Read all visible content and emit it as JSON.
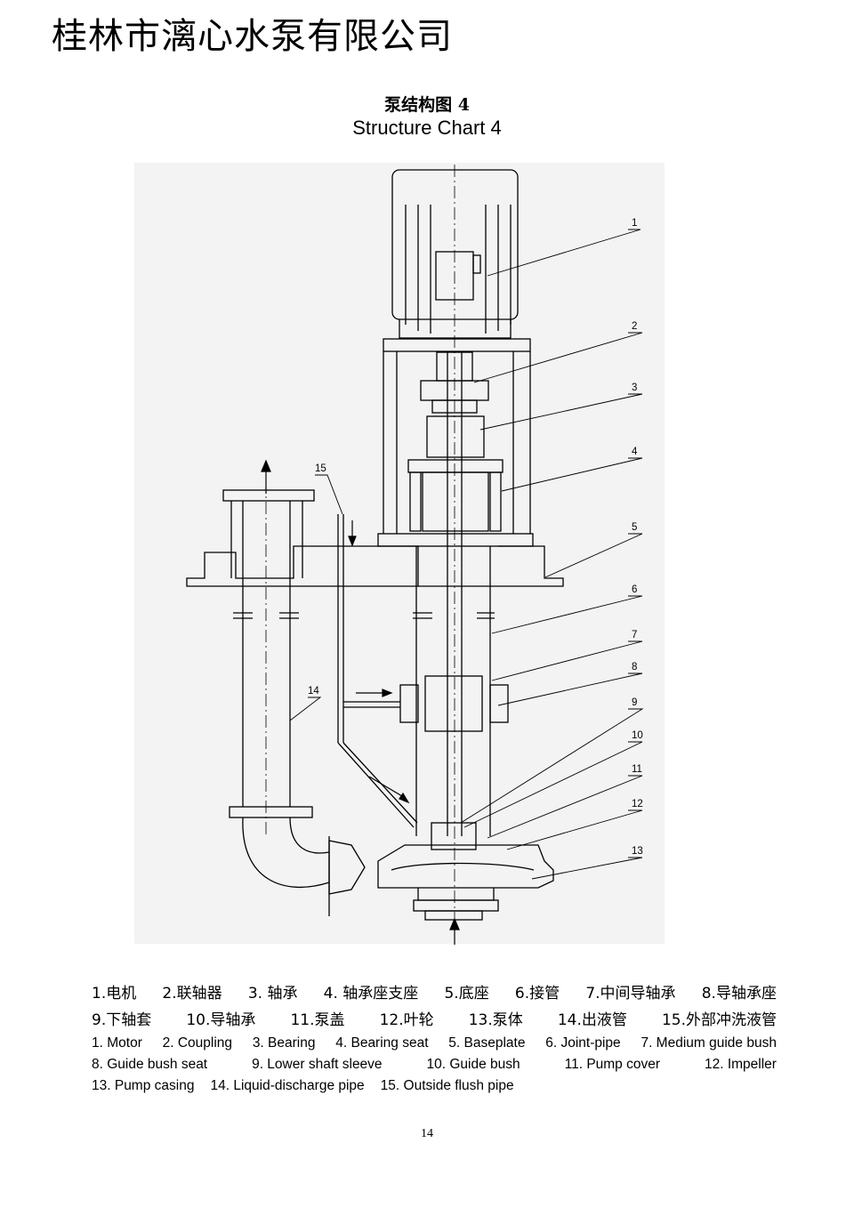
{
  "header": {
    "company": "桂林市漓心水泵有限公司"
  },
  "title": {
    "cn": "泵结构图 4",
    "en": "Structure Chart 4"
  },
  "callout_numbers": [
    "1",
    "2",
    "3",
    "4",
    "5",
    "6",
    "7",
    "8",
    "9",
    "10",
    "11",
    "12",
    "13",
    "14",
    "15"
  ],
  "legend_cn": [
    [
      "1.电机",
      "2.联轴器",
      "3. 轴承",
      "4. 轴承座支座",
      "5.底座",
      "6.接管",
      "7.中间导轴承",
      "8.导轴承座"
    ],
    [
      "9.下轴套",
      "10.导轴承",
      "11.泵盖",
      "12.叶轮",
      "13.泵体",
      "14.出液管",
      "15.外部冲洗液管"
    ]
  ],
  "legend_en": [
    [
      "1. Motor",
      "2. Coupling",
      "3. Bearing",
      "4. Bearing seat",
      "5. Baseplate",
      "6. Joint-pipe",
      "7. Medium guide bush"
    ],
    [
      "8. Guide bush seat",
      "9. Lower shaft sleeve",
      "10. Guide bush",
      "11. Pump cover",
      "12. Impeller"
    ],
    [
      "13. Pump casing",
      "14. Liquid-discharge pipe",
      "15. Outside flush pipe"
    ]
  ],
  "page_number": "14"
}
